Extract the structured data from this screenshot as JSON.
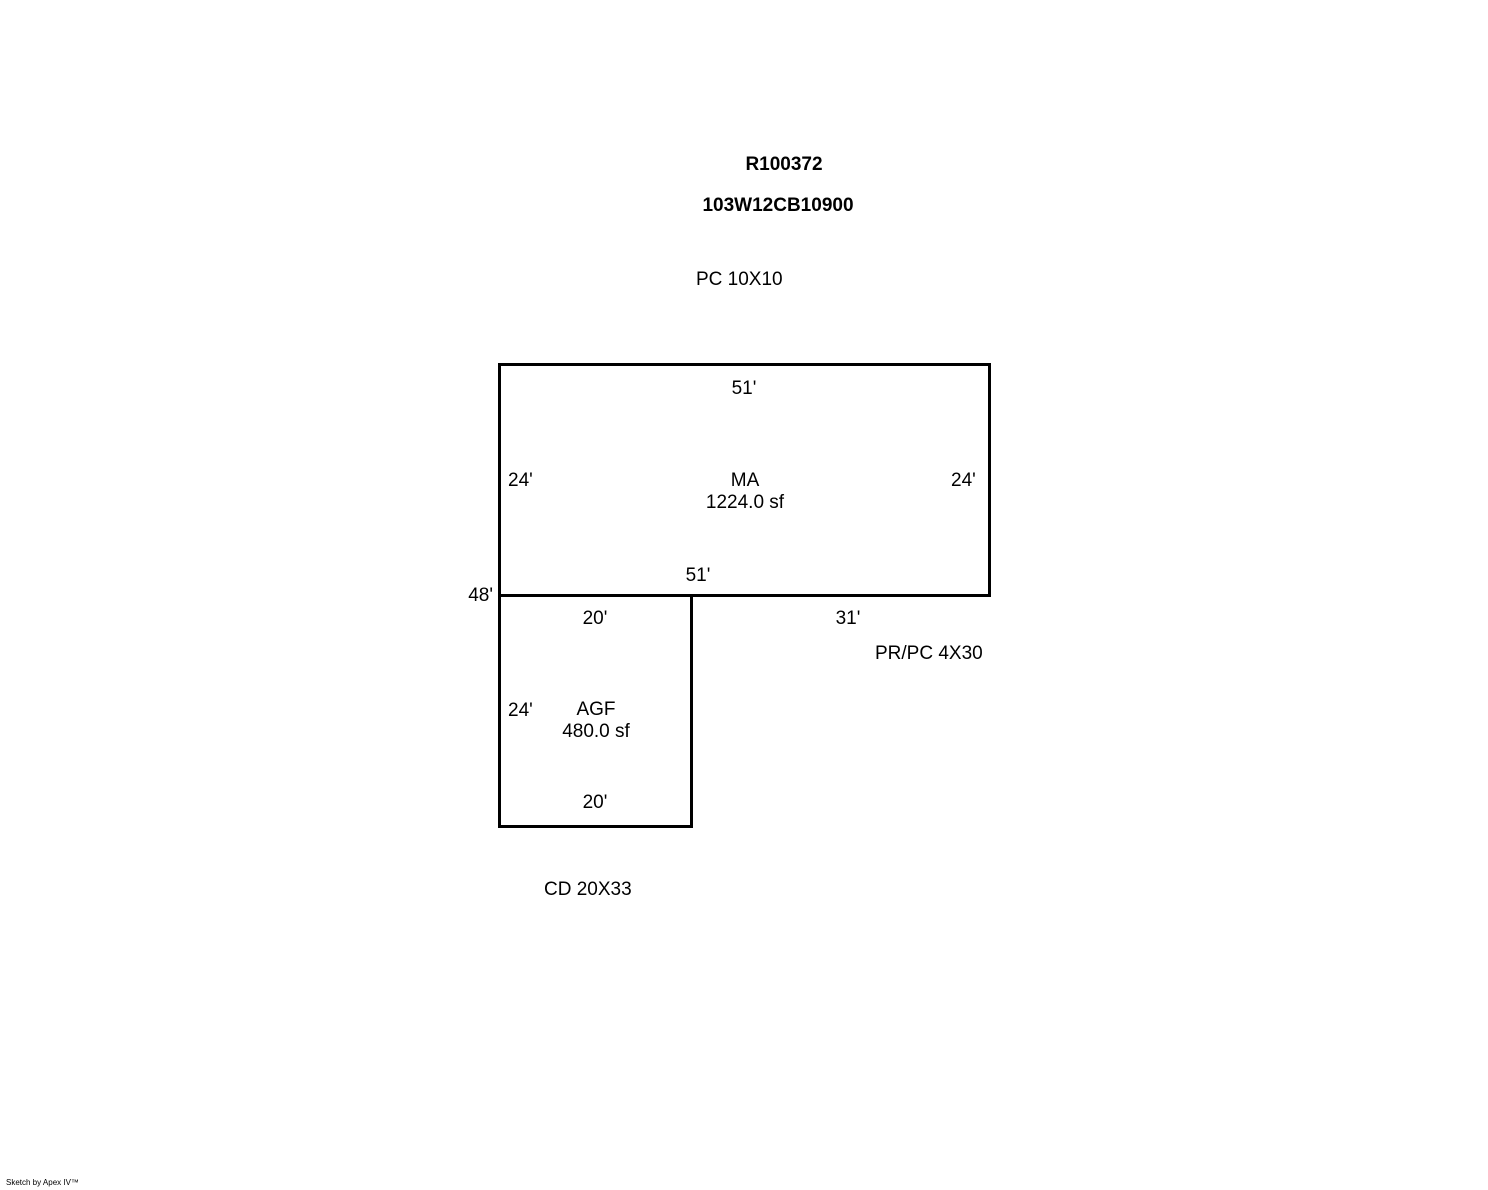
{
  "header": {
    "record_id": "R100372",
    "parcel_number": "103W12CB10900"
  },
  "annotations": {
    "pc_label": "PC 10X10",
    "pr_pc_label": "PR/PC 4X30",
    "cd_label": "CD 20X33"
  },
  "main_area": {
    "code": "MA",
    "area": "1224.0 sf",
    "top_dim": "51'",
    "bottom_dim": "51'",
    "left_dim": "24'",
    "right_dim": "24'"
  },
  "garage": {
    "code": "AGF",
    "area": "480.0 sf",
    "top_dim": "20'",
    "bottom_dim": "20'",
    "left_dim": "24'"
  },
  "overall": {
    "left_dim": "48'",
    "right_segment_dim": "31'"
  },
  "footer": {
    "credit": "Sketch by Apex IV™"
  }
}
